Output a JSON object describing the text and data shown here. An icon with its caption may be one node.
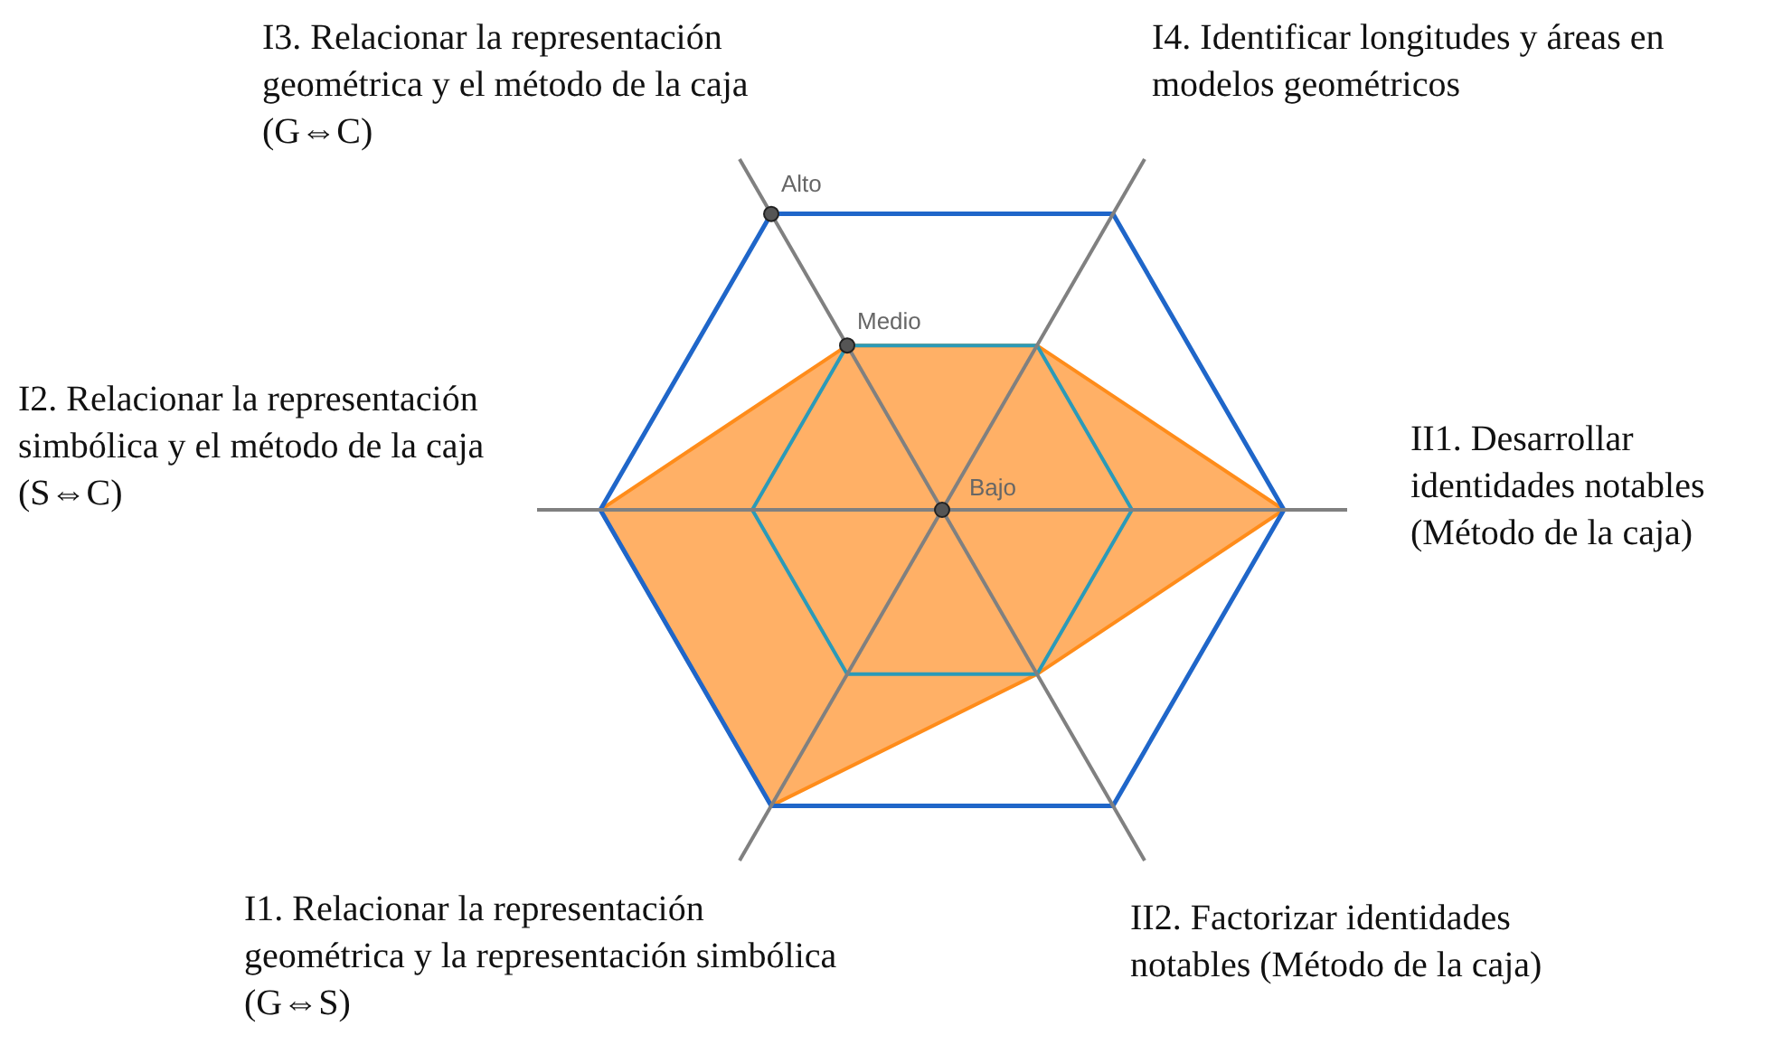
{
  "diagram": {
    "labels": [
      "I3. Relacionar la representación geométrica y el método de la caja (G⇔C)",
      "I4. Identificar longitudes y áreas en modelos geométricos",
      "Alto",
      "Medio",
      "I2. Relacionar la representación simbólica y el método de la caja (S⇔C)",
      "Bajo",
      "II1. Desarrollar identidades notables (Método de la caja)",
      "I1. Relacionar la representación geométrica y la representación simbólica (G⇔S)",
      "II2. Factorizar identidades notables (Método de la caja)"
    ]
  }
}
